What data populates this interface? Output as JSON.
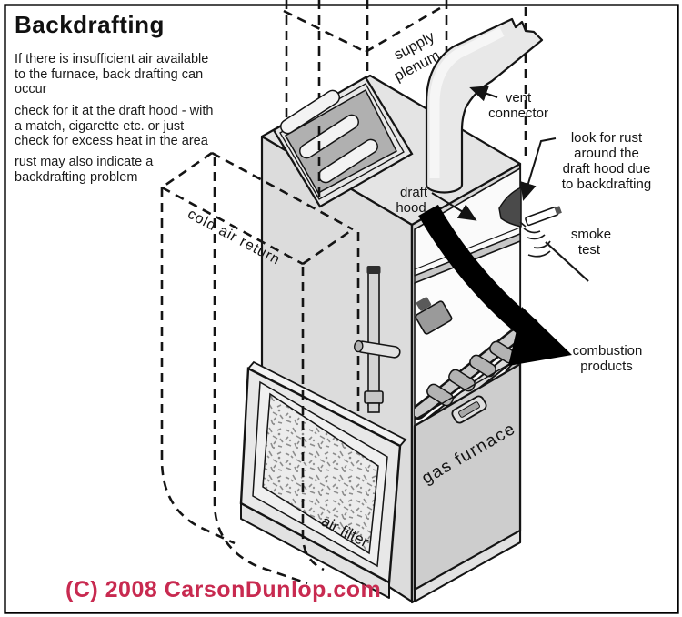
{
  "header": {
    "title": "Backdrafting"
  },
  "paragraphs": [
    {
      "lines": [
        "If there is insufficient air available",
        "to the furnace, back drafting can",
        "occur"
      ]
    },
    {
      "lines": [
        "check for it at the draft hood - with",
        "a match, cigarette etc. or just",
        "check for excess heat in the area"
      ]
    },
    {
      "lines": [
        "rust may also indicate a",
        "backdrafting problem"
      ]
    }
  ],
  "labels": {
    "supply_plenum": {
      "line1": "supply",
      "line2": "plenum"
    },
    "vent_connector": {
      "line1": "vent",
      "line2": "connector"
    },
    "rust_note": {
      "line1": "look for rust",
      "line2": "around the",
      "line3": "draft hood due",
      "line4": "to backdrafting"
    },
    "draft_hood": {
      "line1": "draft",
      "line2": "hood"
    },
    "smoke_test": {
      "line1": "smoke",
      "line2": "test"
    },
    "combustion_products": {
      "line1": "combustion",
      "line2": "products"
    },
    "cold_air_return": "cold air return",
    "gas_furnace": "gas furnace",
    "air_filter": "air filter"
  },
  "footer": {
    "copyright": "(C) 2008 CarsonDunlop.com"
  },
  "colors": {
    "copyright_text": "#c82a50",
    "ink": "#141414",
    "furnace_gray": "#d8d8d8"
  }
}
